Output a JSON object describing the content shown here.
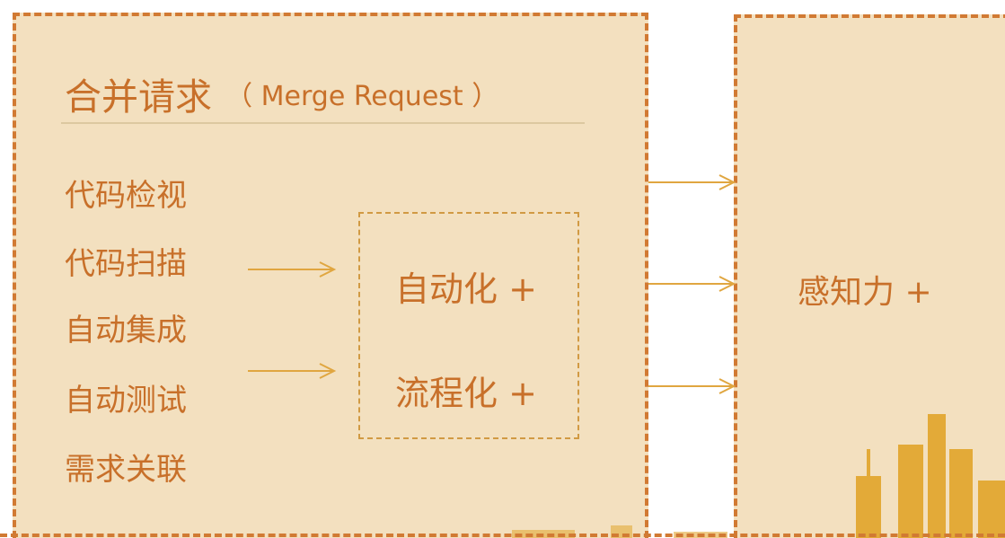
{
  "merge_request": {
    "title_zh": "合并请求",
    "title_en": "（ Merge Request ）",
    "features": [
      "代码检视",
      "代码扫描",
      "自动集成",
      "自动测试",
      "需求关联"
    ]
  },
  "automation": {
    "automation_label": "自动化 +",
    "process_label": "流程化 +"
  },
  "perception": {
    "label": "感知力 +"
  },
  "colors": {
    "panel_fill": "#f3e0bf",
    "dashed_border": "#d17a33",
    "text": "#c8702a",
    "arrow": "#e0a640"
  }
}
